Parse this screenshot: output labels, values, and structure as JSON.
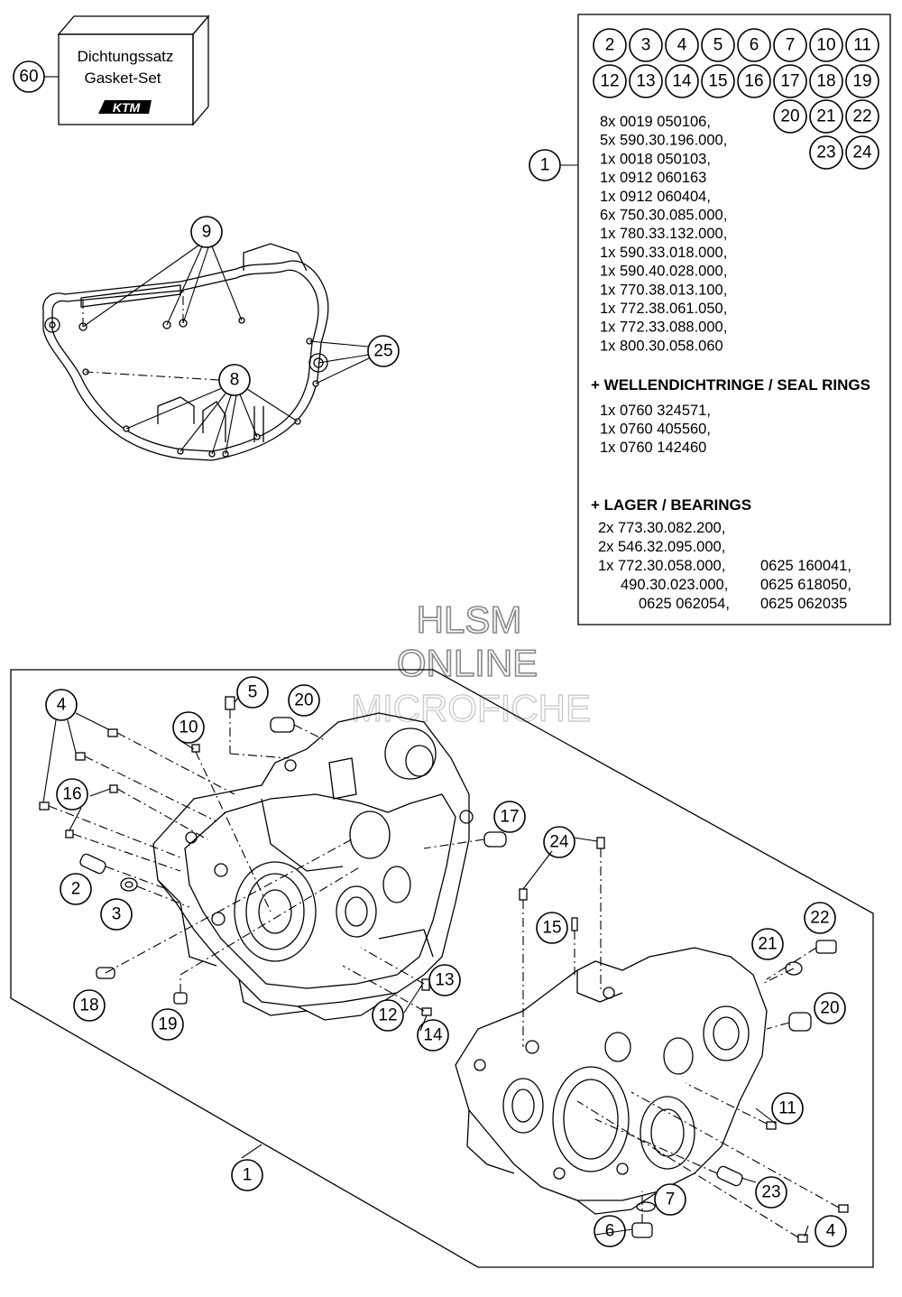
{
  "gasket_set": {
    "callout": "60",
    "label_de": "Dichtungssatz",
    "label_en": "Gasket-Set",
    "brand": "KTM"
  },
  "parts_box": {
    "callout": "1",
    "included_callouts_row1": [
      "2",
      "3",
      "4",
      "5",
      "6",
      "7",
      "10",
      "11"
    ],
    "included_callouts_row2": [
      "12",
      "13",
      "14",
      "15",
      "16",
      "17",
      "18",
      "19"
    ],
    "included_callouts_row3": [
      "20",
      "21",
      "22"
    ],
    "included_callouts_row4": [
      "23",
      "24"
    ],
    "parts_list": [
      "8x 0019 050106,",
      "5x 590.30.196.000,",
      "1x 0018 050103,",
      "1x 0912 060163",
      "1x 0912 060404,",
      "6x 750.30.085.000,",
      "1x 780.33.132.000,",
      "1x 590.33.018.000,",
      "1x 590.40.028.000,",
      "1x 770.38.013.100,",
      "1x 772.38.061.050,",
      "1x 772.33.088.000,",
      "1x 800.30.058.060"
    ],
    "seal_rings_heading": "+ WELLENDICHTRINGE / SEAL RINGS",
    "seal_rings": [
      "1x 0760 324571,",
      "1x 0760 405560,",
      "1x 0760 142460"
    ],
    "bearings_heading": "+ LAGER / BEARINGS",
    "bearings": [
      "2x 773.30.082.200,",
      "2x 546.32.095.000,",
      "1x 772.30.058.000,",
      "490.30.023.000,",
      "0625 062054,"
    ],
    "bearings_right": [
      "0625 160041,",
      "0625 618050,",
      "0625 062035"
    ]
  },
  "gasket_callouts": {
    "dowel_callout": "9",
    "bolt_callout": "8",
    "ring_callout": "25"
  },
  "watermark": {
    "line1": "HLSM",
    "line2": "ONLINE",
    "line3": "MICROFICHE"
  },
  "crankcase_callouts": {
    "c1": "1",
    "c2": "2",
    "c3": "3",
    "c4a": "4",
    "c4b": "4",
    "c5": "5",
    "c6": "6",
    "c7": "7",
    "c10": "10",
    "c11": "11",
    "c12": "12",
    "c13": "13",
    "c14": "14",
    "c15": "15",
    "c16": "16",
    "c17": "17",
    "c18": "18",
    "c19": "19",
    "c20a": "20",
    "c20b": "20",
    "c21": "21",
    "c22": "22",
    "c23": "23",
    "c24": "24"
  }
}
